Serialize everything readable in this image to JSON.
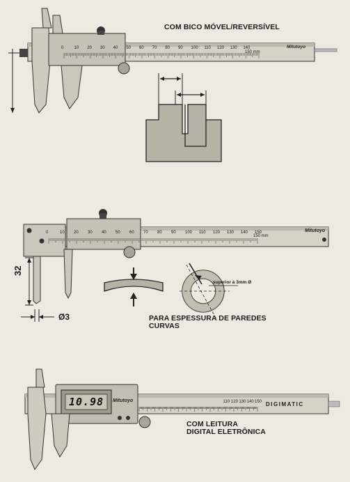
{
  "captions": {
    "reversible": "COM BICO MÓVEL/REVERSÍVEL",
    "curved_walls_line1": "PARA ESPESSURA DE PAREDES",
    "curved_walls_line2": "CURVAS",
    "digital_line1": "COM LEITURA",
    "digital_line2": "DIGITAL ELETRÔNICA"
  },
  "dimensions": {
    "height": "32",
    "diameter": "Ø3",
    "ring_note": "superior à 3mm Ø"
  },
  "brand": {
    "name": "Mitutoyo",
    "digimatic": "DIGIMATIC"
  },
  "digital_display": {
    "reading": "10.98"
  },
  "scale_labels": {
    "ticks": [
      "0",
      "10",
      "20",
      "30",
      "40",
      "50",
      "60",
      "70",
      "80",
      "90",
      "100",
      "110",
      "120",
      "130",
      "140",
      "150"
    ],
    "end_unit": "150 mm"
  }
}
